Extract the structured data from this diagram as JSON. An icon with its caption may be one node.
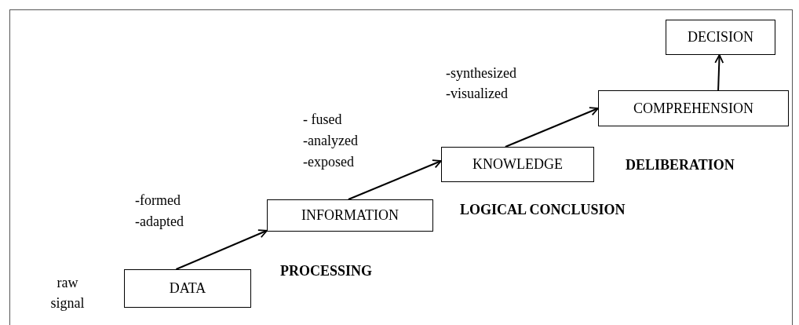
{
  "diagram": {
    "nodes": [
      {
        "text": [
          "DATA"
        ]
      },
      {
        "text": [
          "INFORMATION"
        ]
      },
      {
        "text": [
          "KNOWLEDGE"
        ]
      },
      {
        "text": [
          "COMPREHENSION"
        ]
      },
      {
        "text": [
          "DECISION"
        ]
      }
    ],
    "edges": [
      {
        "from": 0,
        "to": 1,
        "arrow": "to"
      },
      {
        "from": 1,
        "to": 2,
        "arrow": "to"
      },
      {
        "from": 2,
        "to": 3,
        "arrow": "to"
      },
      {
        "from": 3,
        "to": 4,
        "arrow": "to"
      }
    ],
    "labels": [
      "-synthesized",
      "-visualized",
      "- fused",
      "-analyzed",
      "-exposed",
      "DELIBERATION",
      "-formed",
      "-adapted",
      "LOGICAL CONCLUSION",
      "PROCESSING",
      "raw signal"
    ]
  }
}
